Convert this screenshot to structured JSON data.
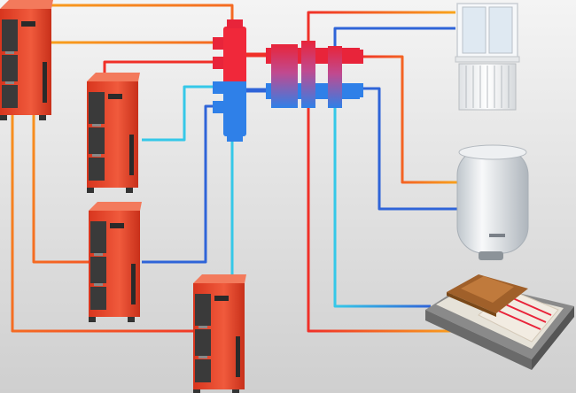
{
  "colors": {
    "background_top": "#f2f2f2",
    "background_bottom": "#cfcfcf",
    "hot_pipe": "#f03028",
    "warm_pipe": "#f9a51c",
    "cold_pipe": "#2f64d8",
    "cool_pipe": "#35c8e8",
    "boiler_body": "#e8452c",
    "boiler_panel": "#3a3a3a",
    "manifold_hot": "#e8243a",
    "manifold_cold": "#2f80e8"
  },
  "components": {
    "boilers": [
      "boiler-1",
      "boiler-2",
      "boiler-3"
    ],
    "hydraulic_separator": "hydraulic-separator",
    "distribution_manifold": "distribution-manifold",
    "consumers": [
      "radiator-under-window",
      "water-heater-tank",
      "underfloor-heating"
    ]
  },
  "icons": [
    "window-icon",
    "radiator-icon",
    "water-heater-icon",
    "floor-heating-icon",
    "boiler-icon"
  ]
}
